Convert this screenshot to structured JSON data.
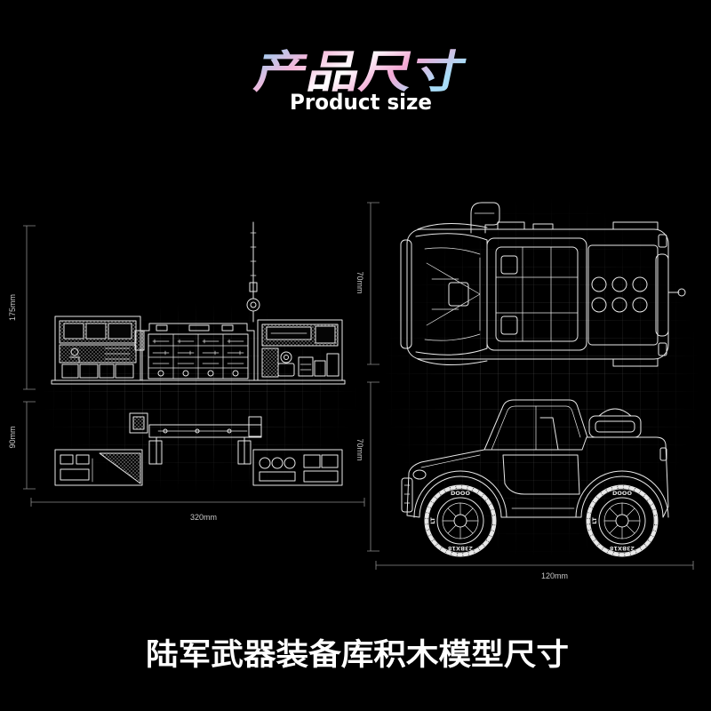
{
  "header": {
    "title_cn": "产品尺寸",
    "title_en": "Product size"
  },
  "dimensions": {
    "building_height": "175mm",
    "building_depth": "90mm",
    "building_width": "320mm",
    "vehicle_top_view_height": "70mm",
    "vehicle_side_view_height": "70mm",
    "vehicle_length": "120mm"
  },
  "tire": {
    "brand": "DOOO",
    "type": "LT",
    "size": "23BX18"
  },
  "footer": {
    "caption": "陆军武器装备库积木模型尺寸"
  },
  "colors": {
    "background": "#000000",
    "line": "#e8e8e8",
    "dimension_line": "#8c8c8c",
    "dimension_text": "#c8c8c8",
    "title_gradient": [
      "#8fd0f5",
      "#f6b6da",
      "#ffffff",
      "#f3a7d4",
      "#a8ddf8"
    ]
  }
}
